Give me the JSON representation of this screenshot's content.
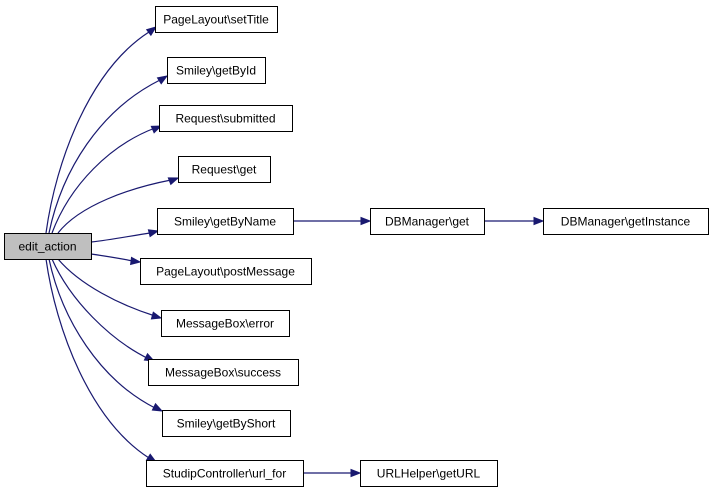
{
  "graph": {
    "nodes": [
      {
        "id": "edit_action",
        "label": "edit_action",
        "root": true
      },
      {
        "id": "setTitle",
        "label": "PageLayout\\setTitle"
      },
      {
        "id": "getById",
        "label": "Smiley\\getById"
      },
      {
        "id": "submitted",
        "label": "Request\\submitted"
      },
      {
        "id": "reqget",
        "label": "Request\\get"
      },
      {
        "id": "getByName",
        "label": "Smiley\\getByName"
      },
      {
        "id": "postMessage",
        "label": "PageLayout\\postMessage"
      },
      {
        "id": "error",
        "label": "MessageBox\\error"
      },
      {
        "id": "success",
        "label": "MessageBox\\success"
      },
      {
        "id": "getByShort",
        "label": "Smiley\\getByShort"
      },
      {
        "id": "url_for",
        "label": "StudipController\\url_for"
      },
      {
        "id": "dbget",
        "label": "DBManager\\get"
      },
      {
        "id": "getInstance",
        "label": "DBManager\\getInstance"
      },
      {
        "id": "getURL",
        "label": "URLHelper\\getURL"
      }
    ],
    "edges": [
      {
        "from": "edit_action",
        "to": "setTitle"
      },
      {
        "from": "edit_action",
        "to": "getById"
      },
      {
        "from": "edit_action",
        "to": "submitted"
      },
      {
        "from": "edit_action",
        "to": "reqget"
      },
      {
        "from": "edit_action",
        "to": "getByName"
      },
      {
        "from": "edit_action",
        "to": "postMessage"
      },
      {
        "from": "edit_action",
        "to": "error"
      },
      {
        "from": "edit_action",
        "to": "success"
      },
      {
        "from": "edit_action",
        "to": "getByShort"
      },
      {
        "from": "edit_action",
        "to": "url_for"
      },
      {
        "from": "getByName",
        "to": "dbget"
      },
      {
        "from": "dbget",
        "to": "getInstance"
      },
      {
        "from": "url_for",
        "to": "getURL"
      }
    ]
  }
}
